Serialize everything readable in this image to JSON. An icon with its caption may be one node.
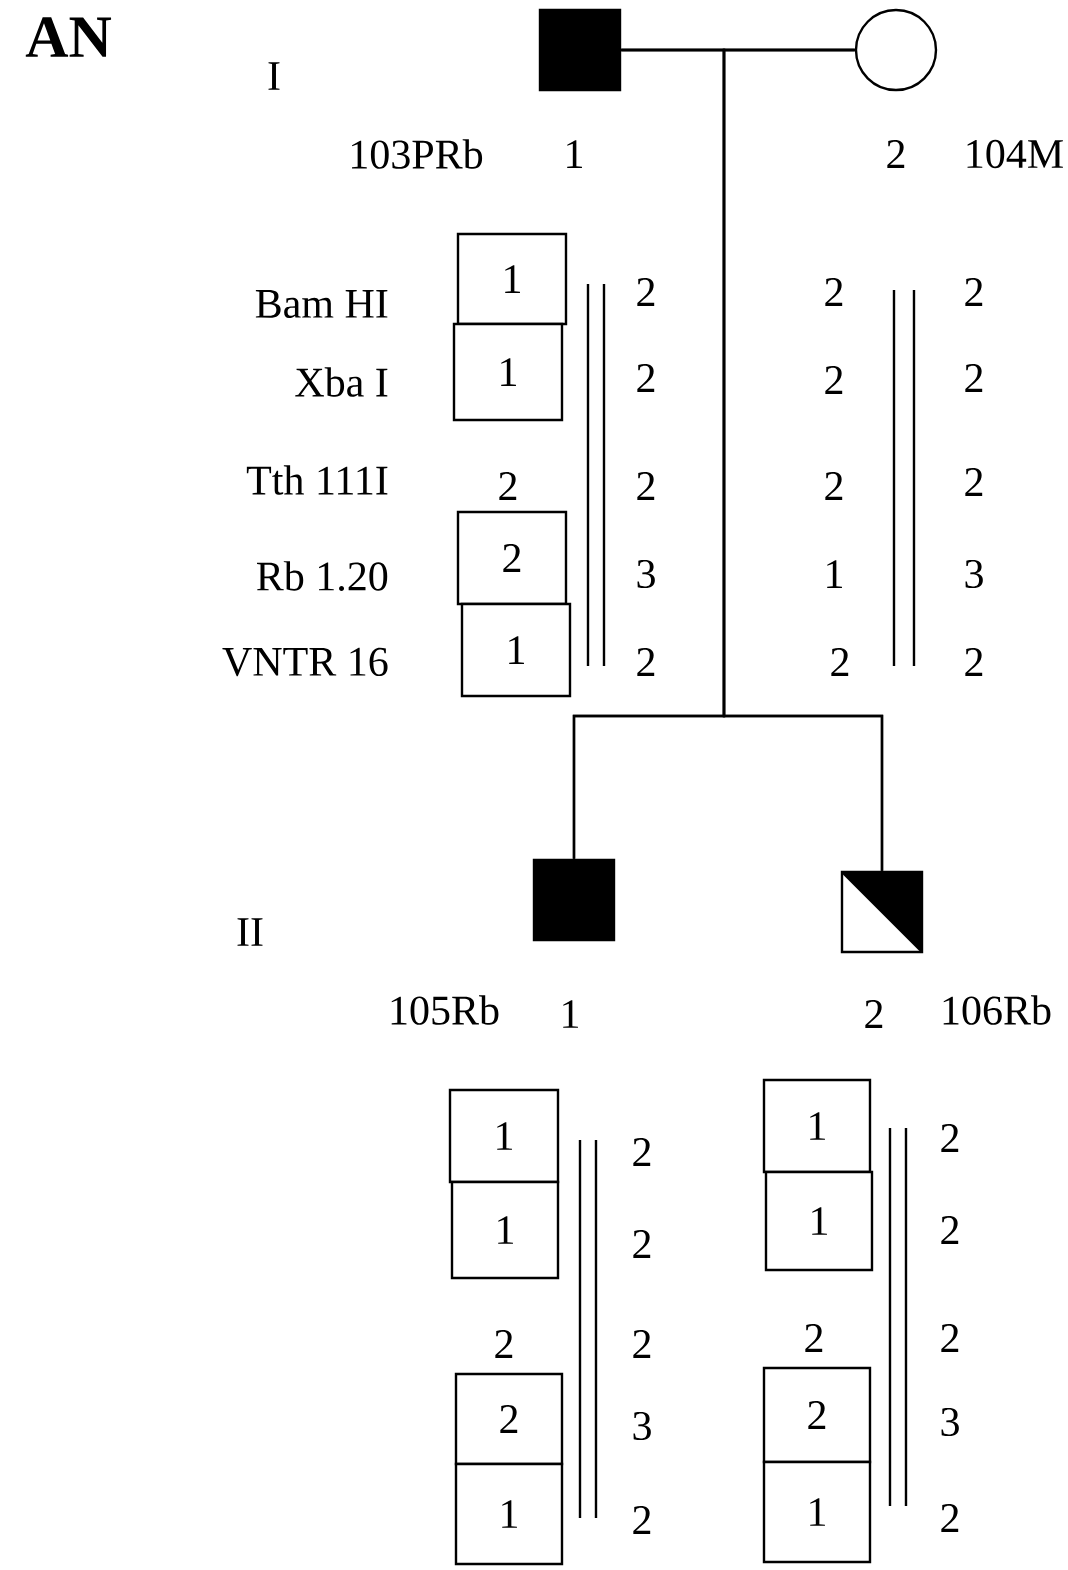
{
  "diagram": {
    "title": "AN",
    "nodes": [
      {
        "text": [],
        "shape": "box",
        "beside": [
          "103PRb",
          "1"
        ]
      },
      {
        "text": [],
        "shape": "circle",
        "beside": [
          "2",
          "104M"
        ]
      },
      {
        "text": [],
        "shape": "box",
        "beside": [
          "105Rb",
          "1"
        ]
      },
      {
        "text": [],
        "shape": "box",
        "beside": [
          "2",
          "106Rb"
        ]
      },
      {
        "text": [
          "1"
        ]
      },
      {
        "text": [
          "1"
        ]
      },
      {
        "text": [
          "2"
        ]
      },
      {
        "text": [
          "1"
        ]
      },
      {
        "text": [
          "1"
        ]
      },
      {
        "text": [
          "1"
        ]
      },
      {
        "text": [
          "2"
        ]
      },
      {
        "text": [
          "1"
        ]
      },
      {
        "text": [
          "1"
        ]
      },
      {
        "text": [
          "1"
        ]
      },
      {
        "text": [
          "2"
        ]
      },
      {
        "text": [
          "1"
        ]
      }
    ],
    "edges": [
      {
        "from": 0,
        "to": 1,
        "arrow": "none"
      },
      {
        "from": 0,
        "to": 2,
        "arrow": "none"
      },
      {
        "from": 1,
        "to": 2,
        "arrow": "none"
      },
      {
        "from": 0,
        "to": 3,
        "arrow": "none"
      },
      {
        "from": 1,
        "to": 3,
        "arrow": "none"
      }
    ],
    "labels": [
      "I",
      "Bam HI",
      "2",
      "2",
      "2",
      "Xba I",
      "2",
      "2",
      "2",
      "Tth 111I",
      "2",
      "2",
      "2",
      "2",
      "Rb 1.20",
      "3",
      "1",
      "3",
      "VNTR 16",
      "2",
      "2",
      "2",
      "II",
      "2",
      "2",
      "2",
      "2",
      "3",
      "2",
      "2",
      "2",
      "2",
      "2",
      "3",
      "2"
    ]
  }
}
